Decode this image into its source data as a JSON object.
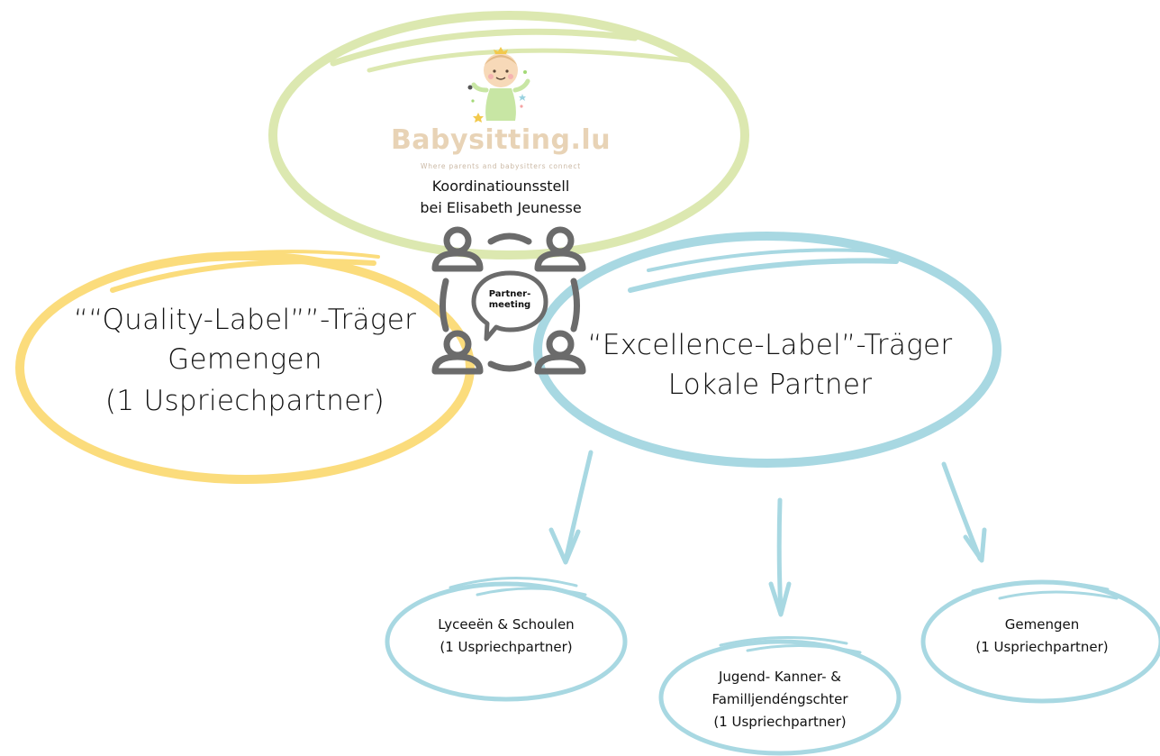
{
  "colors": {
    "green_ring": "#dce8b0",
    "yellow_ring": "#fbdc7c",
    "blue_ring": "#a8d8e2",
    "icon_gray": "#6b6b6b",
    "brand_text": "#e8d3b6"
  },
  "coordination": {
    "logo_name": "Babysitting.lu",
    "logo_tagline": "Where parents and babysitters connect",
    "line1": "Koordinatiounsstell",
    "line2": "bei Elisabeth Jeunesse"
  },
  "meeting": {
    "line1": "Partner-",
    "line2": "meeting"
  },
  "quality": {
    "line1": "““Quality-Label””-Träger",
    "line2": "Gemengen",
    "line3": "(1 Uspriechpartner)"
  },
  "excellence": {
    "line1": "“Excellence-Label”-Träger",
    "line2": "Lokale Partner"
  },
  "partners": [
    {
      "line1": "Lyceeën & Schoulen",
      "line2": "(1 Uspriechpartner)",
      "line3": ""
    },
    {
      "line1": "Jugend- Kanner- &",
      "line2": "Familljendéngschter",
      "line3": "(1 Uspriechpartner)"
    },
    {
      "line1": "Gemengen",
      "line2": "(1 Uspriechpartner)",
      "line3": ""
    }
  ]
}
